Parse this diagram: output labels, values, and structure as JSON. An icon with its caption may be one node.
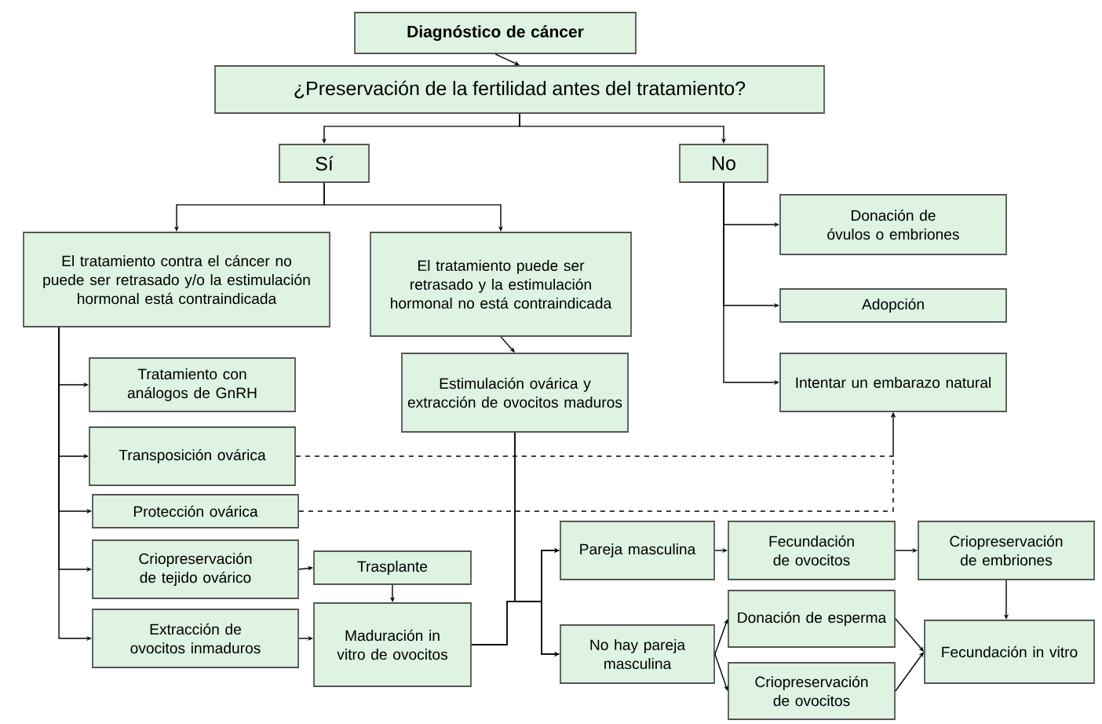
{
  "diagram": {
    "nodes": [
      {
        "text": [
          "Diagnóstico de cáncer"
        ]
      },
      {
        "text": [
          "¿Preservación de la fertilidad antes del tratamiento?"
        ]
      },
      {
        "text": [
          "Sí"
        ]
      },
      {
        "text": [
          "No"
        ]
      },
      {
        "text": [
          "El tratamiento contra el cáncer no puede ser retrasado y/o la estimulación hormonal está contraindicada"
        ]
      },
      {
        "text": [
          "El tratamiento puede ser retrasado y la estimulación hormonal no está contraindicada"
        ]
      },
      {
        "text": [
          "Estimulación ovárica y extracción de ovocitos maduros"
        ]
      },
      {
        "text": [
          "Donación de óvulos o embriones"
        ]
      },
      {
        "text": [
          "Adopción"
        ]
      },
      {
        "text": [
          "Intentar un embarazo natural"
        ]
      },
      {
        "text": [
          "Tratamiento con análogos de GnRH"
        ]
      },
      {
        "text": [
          "Transposición ovárica"
        ]
      },
      {
        "text": [
          "Protección ovárica"
        ]
      },
      {
        "text": [
          "Criopreservación de tejido ovárico"
        ]
      },
      {
        "text": [
          "Trasplante"
        ]
      },
      {
        "text": [
          "Extracción de ovocitos inmaduros"
        ]
      },
      {
        "text": [
          "Maduración in vitro de ovocitos"
        ]
      },
      {
        "text": [
          "Pareja masculina"
        ]
      },
      {
        "text": [
          "No hay pareja masculina"
        ]
      },
      {
        "text": [
          "Fecundación de ovocitos"
        ]
      },
      {
        "text": [
          "Criopreservación de embriones"
        ]
      },
      {
        "text": [
          "Donación de esperma"
        ]
      },
      {
        "text": [
          "Criopreservación de ovocitos"
        ]
      },
      {
        "text": [
          "Fecundación in vitro"
        ]
      }
    ],
    "edges": [
      {
        "from": 0,
        "to": 1,
        "arrow": "to"
      },
      {
        "from": 1,
        "to": 2,
        "arrow": "to"
      },
      {
        "from": 1,
        "to": 3,
        "arrow": "to"
      },
      {
        "from": 2,
        "to": 4,
        "arrow": "to"
      },
      {
        "from": 2,
        "to": 5,
        "arrow": "to"
      },
      {
        "from": 3,
        "to": 7,
        "arrow": "to"
      },
      {
        "from": 3,
        "to": 8,
        "arrow": "to"
      },
      {
        "from": 3,
        "to": 9,
        "arrow": "to"
      },
      {
        "from": 4,
        "to": 10,
        "arrow": "to"
      },
      {
        "from": 4,
        "to": 11,
        "arrow": "to"
      },
      {
        "from": 4,
        "to": 12,
        "arrow": "to"
      },
      {
        "from": 4,
        "to": 13,
        "arrow": "to"
      },
      {
        "from": 4,
        "to": 15,
        "arrow": "to"
      },
      {
        "from": 5,
        "to": 6,
        "arrow": "to"
      },
      {
        "from": 6,
        "to": 17,
        "arrow": "to"
      },
      {
        "from": 6,
        "to": 18,
        "arrow": "to"
      },
      {
        "from": 16,
        "to": 17,
        "arrow": "to"
      },
      {
        "from": 16,
        "to": 18,
        "arrow": "to"
      },
      {
        "from": 11,
        "to": 9,
        "arrow": "to",
        "style": "dashed"
      },
      {
        "from": 12,
        "to": 9,
        "arrow": "to",
        "style": "dashed"
      },
      {
        "from": 13,
        "to": 14,
        "arrow": "to"
      },
      {
        "from": 14,
        "to": 16,
        "arrow": "to"
      },
      {
        "from": 15,
        "to": 16,
        "arrow": "to"
      },
      {
        "from": 17,
        "to": 19,
        "arrow": "to"
      },
      {
        "from": 19,
        "to": 20,
        "arrow": "to"
      },
      {
        "from": 20,
        "to": 23,
        "arrow": "to"
      },
      {
        "from": 18,
        "to": 21,
        "arrow": "to"
      },
      {
        "from": 18,
        "to": 22,
        "arrow": "to"
      },
      {
        "from": 21,
        "to": 23,
        "arrow": "to"
      },
      {
        "from": 22,
        "to": 23,
        "arrow": "to"
      }
    ]
  }
}
